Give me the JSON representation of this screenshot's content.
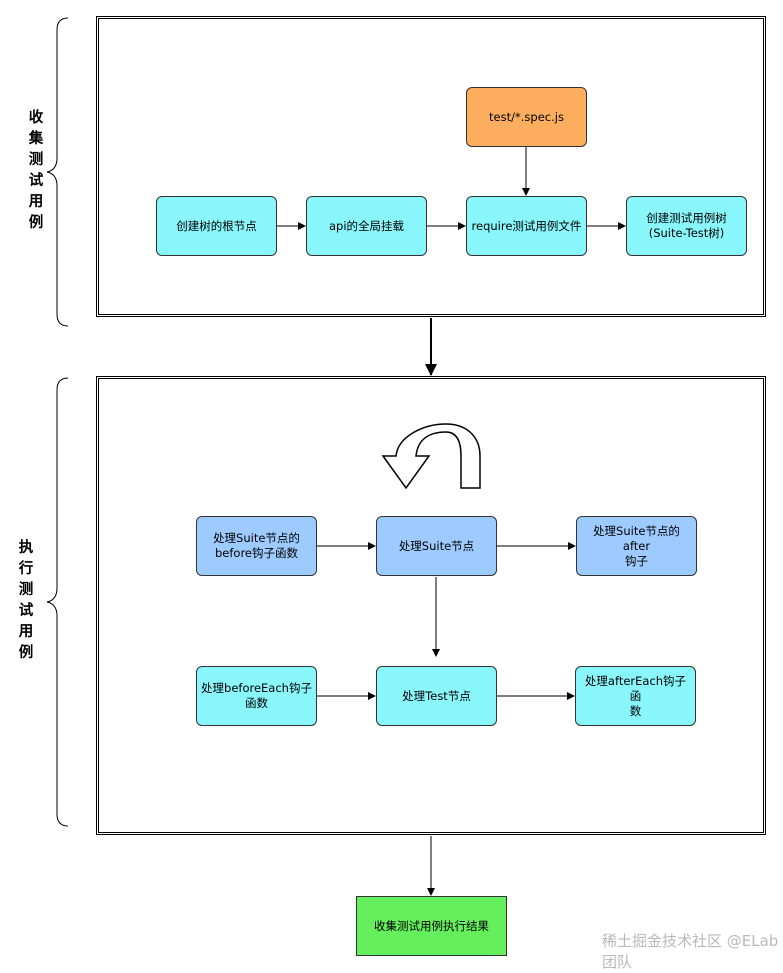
{
  "sections": {
    "collect_label": "收集测试用例",
    "execute_label": "执行测试用例"
  },
  "nodes": {
    "spec_file": "test/*.spec.js",
    "create_root": "创建树的根节点",
    "api_mount": "api的全局挂载",
    "require_files": "require测试用例文件",
    "create_tree_line1": "创建测试用例树",
    "create_tree_line2": "(Suite-Test树)",
    "suite_before_line1": "处理Suite节点的",
    "suite_before_line2": "before钩子函数",
    "suite_node": "处理Suite节点",
    "suite_after_line1": "处理Suite节点的after",
    "suite_after_line2": "钩子",
    "before_each_line1": "处理beforeEach钩子",
    "before_each_line2": "函数",
    "test_node": "处理Test节点",
    "after_each_line1": "处理afterEach钩子函",
    "after_each_line2": "数",
    "result": "收集测试用例执行结果"
  },
  "watermark": "稀土掘金技术社区  @ELab团队",
  "colors": {
    "cyan": "#88f6fb",
    "blue": "#9ecbff",
    "orange": "#fcad5d",
    "green": "#66ef5d"
  }
}
